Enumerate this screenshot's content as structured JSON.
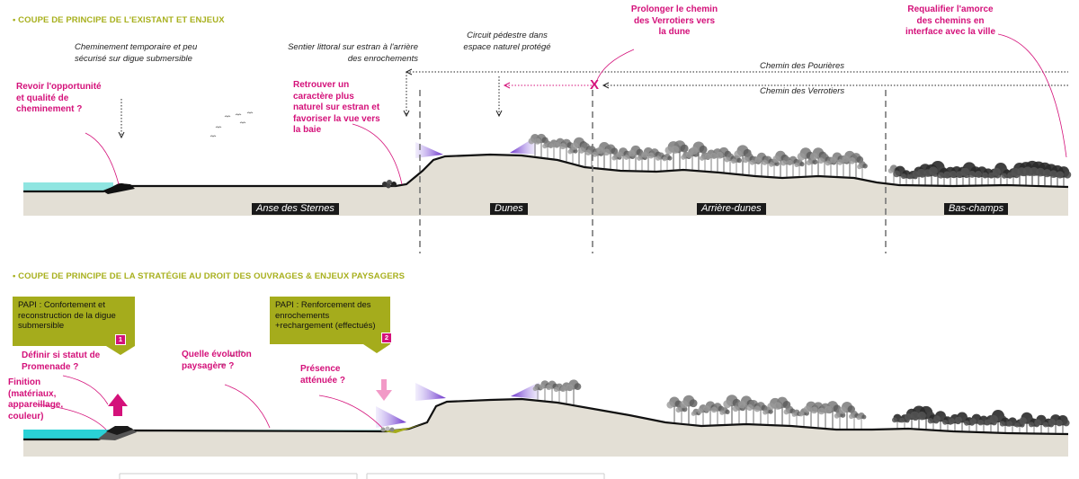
{
  "section1": {
    "title": "• COUPE DE PRINCIPE DE L'EXISTANT ET ENJEUX",
    "notes_italic": {
      "cheminement": "Cheminement temporaire et peu sécurisé sur digue submersible",
      "sentier": "Sentier littoral sur estran à l'arrière des enrochements",
      "circuit": "Circuit pédestre dans espace naturel protégé"
    },
    "notes_magenta": {
      "revoir": "Revoir l'opportunité et qualité de cheminement ?",
      "retrouver": "Retrouver un caractère plus naturel sur estran et favoriser la vue vers la baie",
      "prolonger": "Prolonger le chemin des Verrotiers vers la dune",
      "requalifier": "Requalifier l'amorce des chemins en interface avec la ville"
    },
    "paths": {
      "pourieres": "Chemin des Pourières",
      "verrotiers": "Chemin des Verrotiers"
    },
    "cross_mark": "X",
    "zones": [
      "Anse des Sternes",
      "Dunes",
      "Arrière-dunes",
      "Bas-champs"
    ]
  },
  "section2": {
    "title": "• COUPE DE PRINCIPE DE LA STRATÉGIE AU DROIT DES OUVRAGES & ENJEUX PAYSAGERS",
    "papi": [
      {
        "text": "PAPI : Confortement et reconstruction de la digue submersible",
        "num": "1"
      },
      {
        "text": "PAPI : Renforcement des enrochements +rechargement (effectués)",
        "num": "2"
      }
    ],
    "notes_magenta": {
      "definir": "Définir si statut de Promenade ?",
      "finition": "Finition (matériaux, appareillage, couleur)",
      "quelle": "Quelle évolution paysagère ?",
      "presence": "Présence atténuée ?"
    }
  },
  "colors": {
    "accent_olive": "#a8b01e",
    "magenta": "#d4117a",
    "ground": "#e3dfd5",
    "water": "#6fe0de",
    "violet": "#9b6bd6"
  }
}
